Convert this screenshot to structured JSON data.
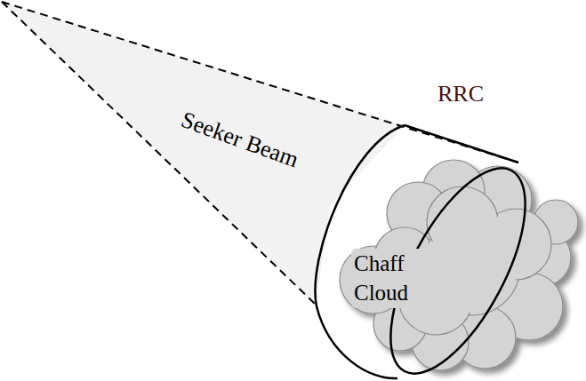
{
  "diagram": {
    "nodes": [
      {
        "text": [
          "Chaff Cloud"
        ]
      }
    ],
    "labels": [
      "Seeker Beam",
      "RRC"
    ]
  }
}
